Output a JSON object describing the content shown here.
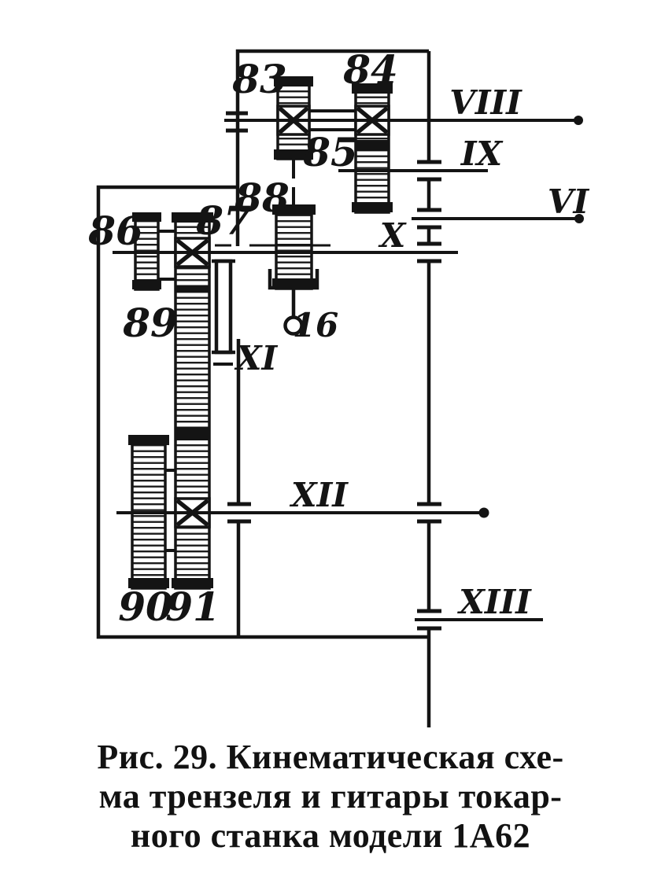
{
  "figure": {
    "caption_lines": [
      "Рис. 29. Кинематическая схе-",
      "ма трензеля и гитары токар-",
      "ного станка модели 1А62"
    ]
  },
  "diagram": {
    "type": "kinematic-scheme",
    "gear_labels": {
      "g83": "83",
      "g84": "84",
      "g85": "85",
      "g86": "86",
      "g87": "87",
      "g88": "88",
      "g89": "89",
      "g90": "90",
      "g91": "91"
    },
    "lever_label": "16",
    "shaft_labels": {
      "s6": "VI",
      "s8": "VIII",
      "s9": "IX",
      "s10": "X",
      "s11": "XI",
      "s12": "XII",
      "s13": "XIII"
    },
    "colors": {
      "ink": "#141414",
      "paper": "#ffffff"
    }
  }
}
